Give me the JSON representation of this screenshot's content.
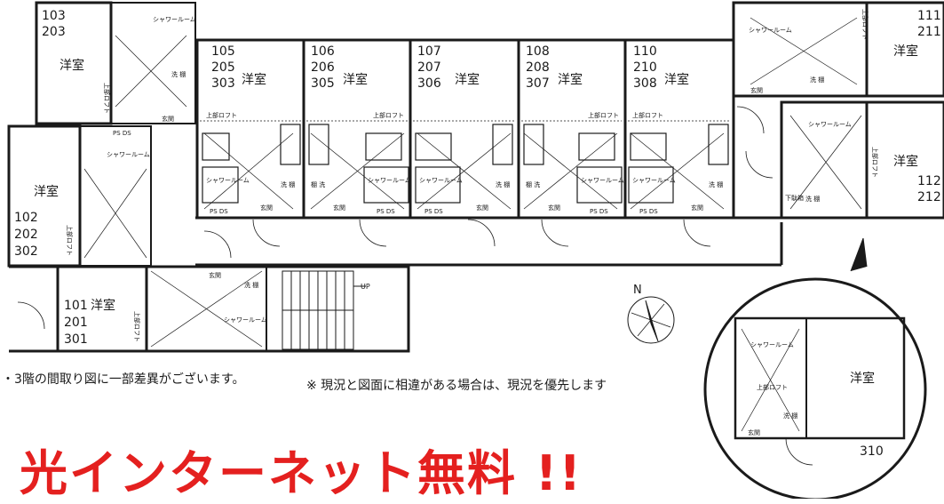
{
  "units": {
    "u103": [
      "103",
      "203"
    ],
    "u102": [
      "102",
      "202",
      "302"
    ],
    "u101": [
      "101",
      "201",
      "301"
    ],
    "u105": [
      "105",
      "205",
      "303"
    ],
    "u106": [
      "106",
      "206",
      "305"
    ],
    "u107": [
      "107",
      "207",
      "306"
    ],
    "u108": [
      "108",
      "208",
      "307"
    ],
    "u110": [
      "110",
      "210",
      "308"
    ],
    "u111": [
      "111",
      "211"
    ],
    "u112": [
      "112",
      "212"
    ],
    "u310": "310"
  },
  "labels": {
    "western_room": "洋室",
    "loft": "上部ロフト",
    "loft_v": "上部ロフト",
    "entrance": "玄関",
    "washer": "洗 棚",
    "shelf_wash": "棚 洗",
    "shower": "シャワールーム",
    "ps_ds": "PS DS",
    "up": "UP",
    "north": "N",
    "shoe": "下駄箱"
  },
  "notes": {
    "third_floor": "・3階の間取り図に一部差異がございます。",
    "priority": "※ 現況と図面に相違がある場合は、現況を優先します"
  },
  "promo": "光インターネット無料 !!"
}
